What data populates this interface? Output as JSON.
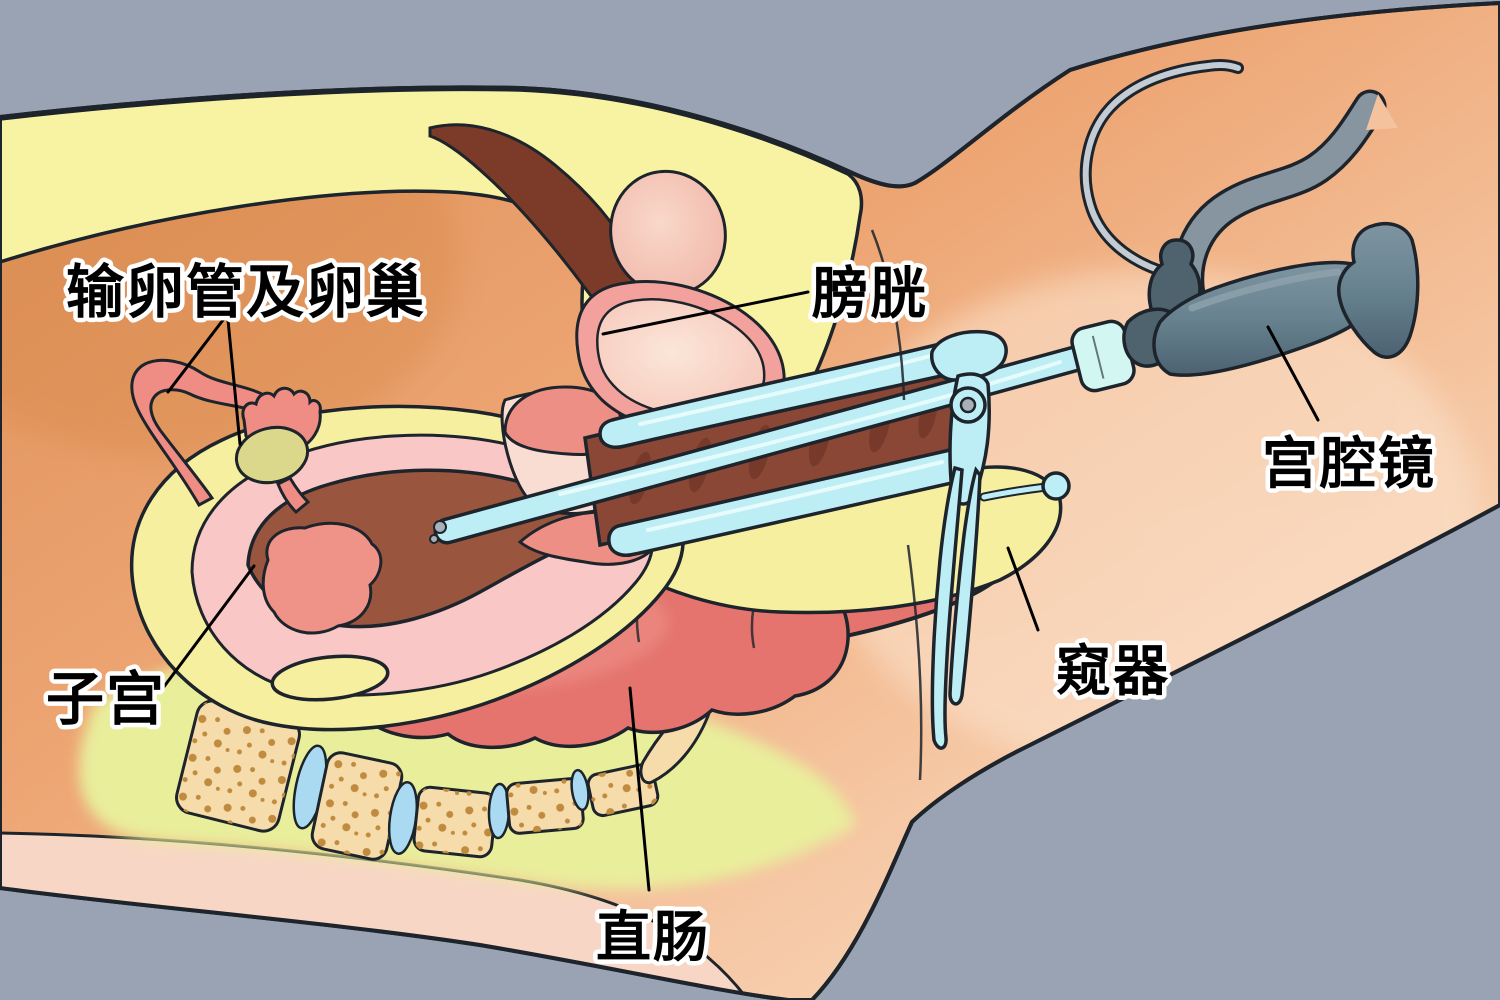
{
  "labels": {
    "fallopian_ovary": {
      "text": "输卵管及卵巢"
    },
    "bladder": {
      "text": "膀胱"
    },
    "hysteroscope": {
      "text": "宫腔镜"
    },
    "uterus": {
      "text": "子宫"
    },
    "speculum": {
      "text": "窥器"
    },
    "rectum": {
      "text": "直肠"
    }
  },
  "palette": {
    "bg": "#9aa3b4",
    "outline": "#1d242b",
    "skin_dark": "#dd8e54",
    "skin_mid": "#eda573",
    "skin_light": "#f6c9a6",
    "skin_pale": "#fadfce",
    "buttock": "#f7d6c5",
    "ab_wall_yellow": "#f8f3a3",
    "uterus_yellow": "#f6efa0",
    "sacral_yellow": "#e9ee9b",
    "muscle_brown": "#7c3b28",
    "cavity_brown": "#9a553f",
    "canal_brown": "#8a4736",
    "canal_streak": "#6f3525",
    "uterus_pink": "#f9c8c6",
    "organ_pink": "#f2a19c",
    "organ_pale_pink": "#f9ddd2",
    "lip_salmon": "#ee8f85",
    "polyp_pink": "#ef9287",
    "tube_pink": "#ef8d84",
    "ovary_green": "#dcd88b",
    "rectum_red": "#e4746d",
    "rectum_light": "#f0968e",
    "vertebra_tan": "#f7dcab",
    "speckle_brown": "#c08b3e",
    "disc_blue": "#a9daf2",
    "speculum_cyan": "#bdeef5",
    "speculum_light": "#e8fbfc",
    "connector_cyan": "#d2f7f2",
    "scope_dark": "#4f636f",
    "scope_mid": "#8695a0",
    "cable_light": "#c3ccd4",
    "pivot_gray": "#a8b0ba",
    "label_color": "#000000",
    "label_halo": "#ffffff"
  }
}
